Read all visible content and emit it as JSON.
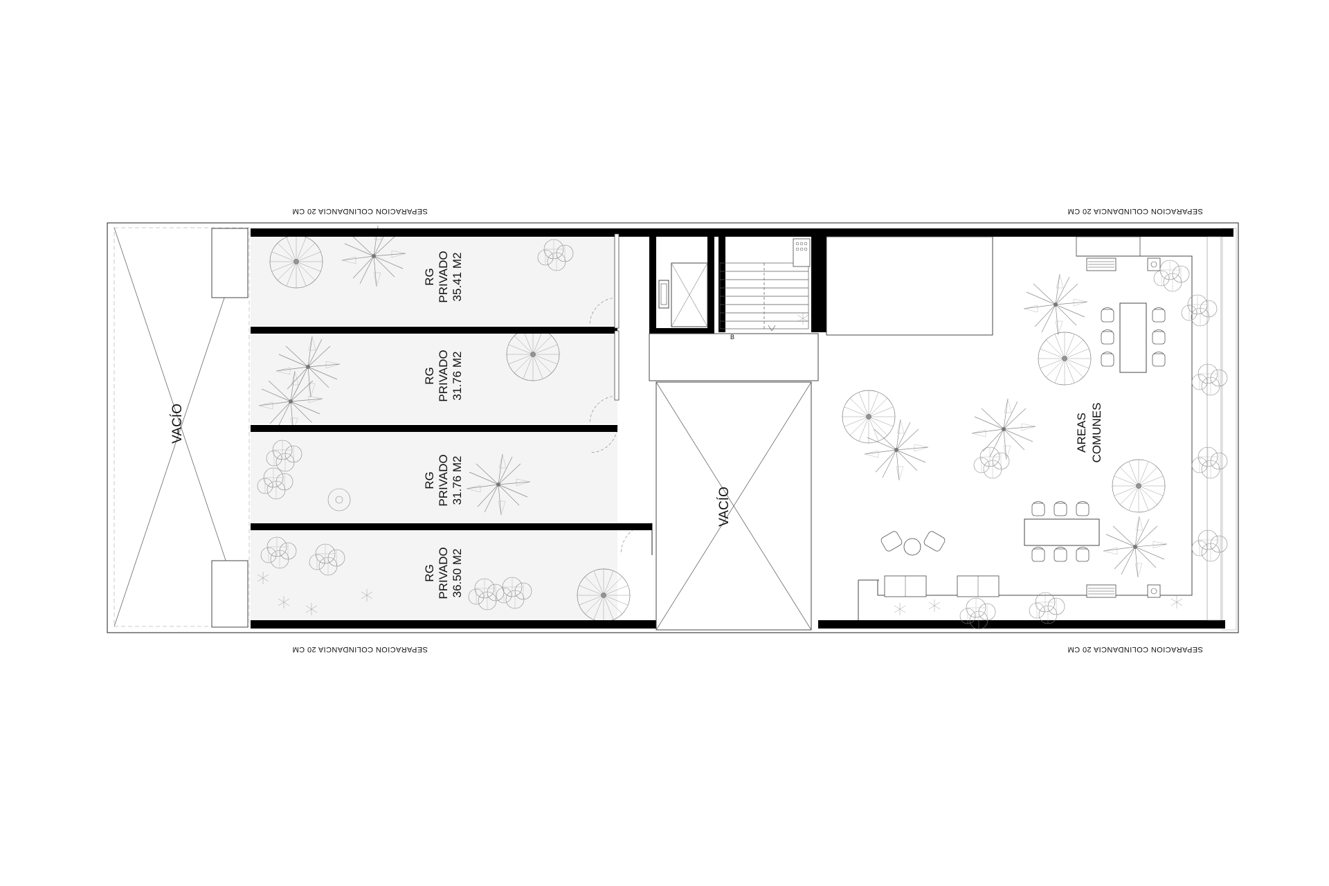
{
  "labels": {
    "separation_top_left": "SEPARACION COLINDANCIA 20 CM",
    "separation_top_right": "SEPARACION COLINDANCIA 20 CM",
    "separation_bottom_left": "SEPARACION COLINDANCIA 20 CM",
    "separation_bottom_right": "SEPARACION COLINDANCIA 20 CM",
    "void_left": "VACÍO",
    "void_center": "VACÍO",
    "stair_marker": "B",
    "common_areas_line1": "AREAS",
    "common_areas_line2": "COMUNES"
  },
  "rooms": [
    {
      "line1": "RG",
      "line2": "PRIVADO",
      "area": "35.41 M2"
    },
    {
      "line1": "RG",
      "line2": "PRIVADO",
      "area": "31.76 M2"
    },
    {
      "line1": "RG",
      "line2": "PRIVADO",
      "area": "31.76 M2"
    },
    {
      "line1": "RG",
      "line2": "PRIVADO",
      "area": "36.50 M2"
    }
  ],
  "colors": {
    "wall": "#000000",
    "line": "#444444",
    "garden_fill": "#f4f4f4",
    "background": "#ffffff"
  }
}
